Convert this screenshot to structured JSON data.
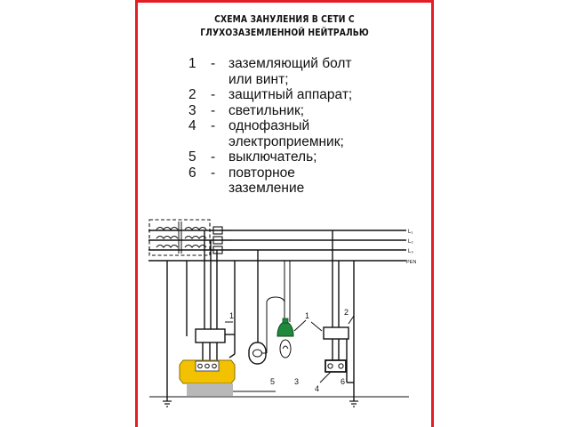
{
  "title": {
    "line1": "СХЕМА ЗАНУЛЕНИЯ В СЕТИ С",
    "line2": "ГЛУХОЗАЗЕМЛЕННОЙ НЕЙТРАЛЬЮ"
  },
  "legend": [
    {
      "num": "1",
      "dash": "-",
      "text": "заземляющий  болт\nили винт;"
    },
    {
      "num": "2",
      "dash": "-",
      "text": "защитный аппарат;"
    },
    {
      "num": "3",
      "dash": "-",
      "text": "светильник;"
    },
    {
      "num": "4",
      "dash": "-",
      "text": "однофазный\nэлектроприемник;"
    },
    {
      "num": "5",
      "dash": "-",
      "text": "выключатель;"
    },
    {
      "num": "6",
      "dash": "-",
      "text": "повторное\nзаземление"
    }
  ],
  "diagram": {
    "line_labels": [
      "L₁",
      "L₂",
      "L₃",
      "PEN"
    ],
    "callouts": {
      "bolt_motor": "1",
      "bolt_lamp": "1",
      "protective_device": "2",
      "lamp": "3",
      "receiver": "4",
      "switch": "5",
      "reground": "6"
    }
  },
  "colors": {
    "border": "#e31e24",
    "motor_body": "#f2c200",
    "lamp_body": "#1f8a3c",
    "ground_fill": "#b8b8b8"
  },
  "icons": [
    "transformer-icon",
    "motor-icon",
    "lamp-icon",
    "switch-icon",
    "socket-icon",
    "ground-icon"
  ]
}
